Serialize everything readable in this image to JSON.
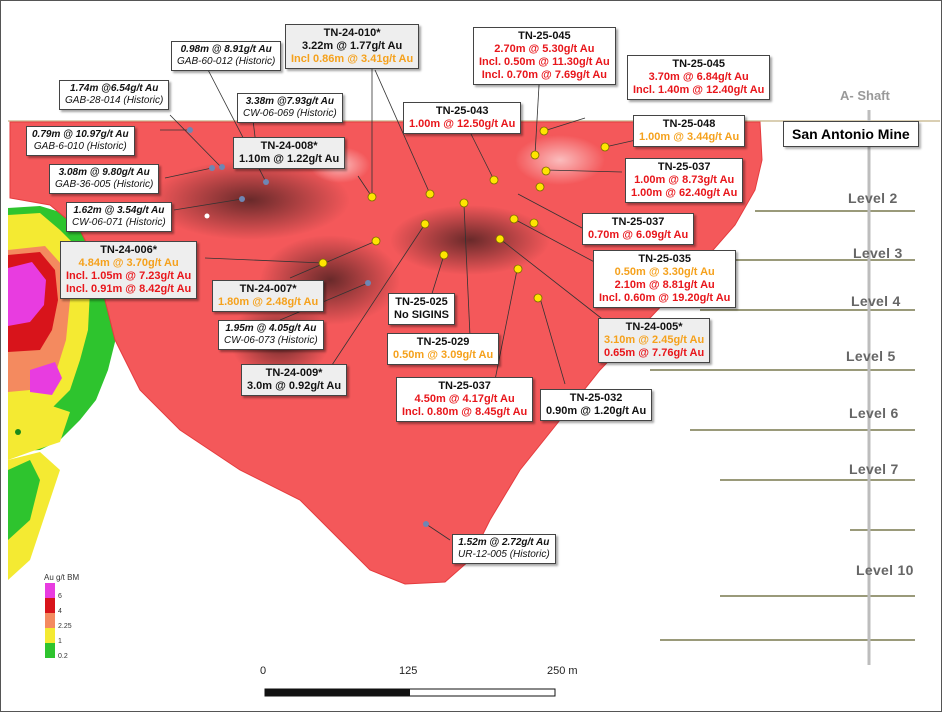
{
  "mine_name": "San Antonio Mine",
  "shaft_label": "A- Shaft",
  "levels": [
    "Level 2",
    "Level  3",
    "Level  4",
    "Level  5",
    "Level 6",
    "Level 7",
    "Level 10"
  ],
  "legend": {
    "title": "Au g/t BM",
    "classes": [
      "6",
      "4",
      "2.25",
      "1",
      "0.2"
    ],
    "colors": [
      "#e83ce0",
      "#d8141b",
      "#f48a5f",
      "#f4ea32",
      "#2ec42e"
    ]
  },
  "scale_bar": {
    "ticks": [
      "0",
      "125",
      "250 m"
    ]
  },
  "labels": {
    "tn24010": {
      "id": "TN-24-010*",
      "l1": "3.22m @ 1.77g/t Au",
      "l2": "Incl 0.86m @ 3.41g/t Au"
    },
    "tn25045a": {
      "id": "TN-25-045",
      "l1": "2.70m @ 5.30g/t Au",
      "l2": "Incl. 0.50m @ 11.30g/t Au",
      "l3": "Incl. 0.70m @ 7.69g/t Au"
    },
    "tn25045b": {
      "id": "TN-25-045",
      "l1": "3.70m @ 6.84g/t Au",
      "l2": "Incl. 1.40m @ 12.40g/t Au"
    },
    "tn25043": {
      "id": "TN-25-043",
      "l1": "1.00m @ 12.50g/t Au"
    },
    "tn25048": {
      "id": "TN-25-048",
      "l1": "1.00m @ 3.44g/t Au"
    },
    "tn25037a": {
      "id": "TN-25-037",
      "l1": "1.00m @ 8.73g/t Au",
      "l2": "1.00m @ 62.40g/t Au"
    },
    "tn25037b": {
      "id": "TN-25-037",
      "l1": "0.70m @ 6.09g/t Au"
    },
    "tn25035": {
      "id": "TN-25-035",
      "l1": "0.50m @ 3.30g/t Au",
      "l2": "2.10m @ 8.81g/t Au",
      "l3": "Incl. 0.60m @ 19.20g/t Au"
    },
    "tn24005": {
      "id": "TN-24-005*",
      "l1": "3.10m @ 2.45g/t Au",
      "l2": "0.65m @ 7.76g/t Au"
    },
    "tn25032": {
      "id": "TN-25-032",
      "l1": "0.90m @ 1.20g/t Au"
    },
    "tn25037c": {
      "id": "TN-25-037",
      "l1": "4.50m @ 4.17g/t Au",
      "l2": "Incl. 0.80m @ 8.45g/t Au"
    },
    "tn25029": {
      "id": "TN-25-029",
      "l1": "0.50m @ 3.09g/t Au"
    },
    "tn25025": {
      "id": "TN-25-025",
      "l1": "No SIGINS"
    },
    "tn24009": {
      "id": "TN-24-009*",
      "l1": "3.0m @ 0.92g/t Au"
    },
    "tn24007": {
      "id": "TN-24-007*",
      "l1": "1.80m @ 2.48g/t Au"
    },
    "tn24006": {
      "id": "TN-24-006*",
      "l1": "4.84m @ 3.70g/t Au",
      "l2": "Incl. 1.05m @ 7.23g/t Au",
      "l3": "Incl. 0.91m @ 8.42g/t Au"
    },
    "tn24008": {
      "id": "TN-24-008*",
      "l1": "1.10m @ 1.22g/t Au"
    },
    "h_gab60": {
      "v": "0.98m @ 8.91g/t Au",
      "n": "GAB-60-012 (Historic)"
    },
    "h_gab28": {
      "v": "1.74m @6.54g/t Au",
      "n": "GAB-28-014 (Historic)"
    },
    "h_cw069": {
      "v": "3.38m @7.93g/t Au",
      "n": "CW-06-069 (Historic)"
    },
    "h_gab6": {
      "v": "0.79m @ 10.97g/t Au",
      "n": "GAB-6-010 (Historic)"
    },
    "h_gab36": {
      "v": "3.08m @ 9.80g/t Au",
      "n": "GAB-36-005 (Historic)"
    },
    "h_cw071": {
      "v": "1.62m @ 3.54g/t Au",
      "n": "CW-06-071 (Historic)"
    },
    "h_cw073": {
      "v": "1.95m @ 4.05g/t Au",
      "n": "CW-06-073 (Historic)"
    },
    "h_ur12": {
      "v": "1.52m @ 2.72g/t Au",
      "n": "UR-12-005 (Historic)"
    }
  },
  "colors": {
    "zone": "#f4585a",
    "zone_edge": "#e53b3e",
    "pierce_new": "#ffe500",
    "pierce_hist": "#6f86b4",
    "grade_red": "#e8161b",
    "grade_orange": "#f5a11c"
  }
}
